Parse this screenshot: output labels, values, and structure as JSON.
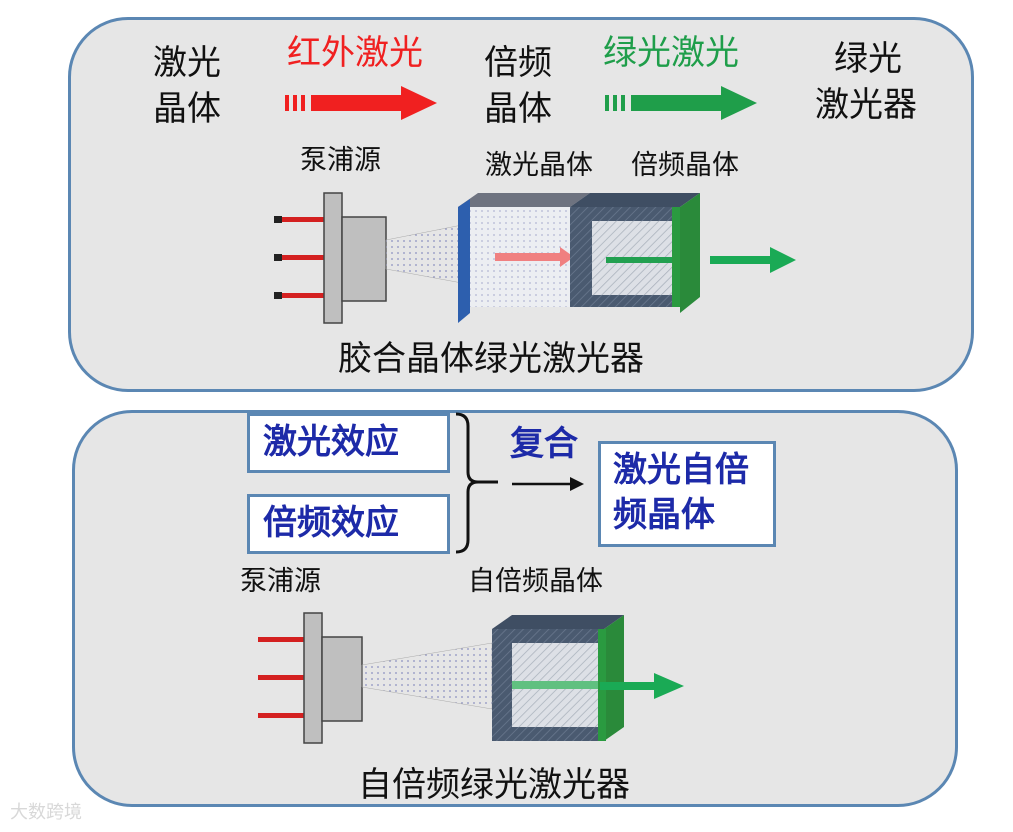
{
  "top": {
    "laser_crystal": [
      "激光",
      "晶体"
    ],
    "ir_laser": "红外激光",
    "doubling_crystal": [
      "倍频",
      "晶体"
    ],
    "green_laser": "绿光激光",
    "green_laser_device": [
      "绿光",
      "激光器"
    ],
    "pump_source": "泵浦源",
    "laser_crystal_label": "激光晶体",
    "doubling_crystal_label": "倍频晶体",
    "caption": "胶合晶体绿光激光器"
  },
  "bottom": {
    "laser_effect": "激光效应",
    "doubling_effect": "倍频效应",
    "combine": "复合",
    "self_doubling": [
      "激光自倍",
      "频晶体"
    ],
    "pump_source": "泵浦源",
    "self_doubling_crystal": "自倍频晶体",
    "caption": "自倍频绿光激光器"
  },
  "watermark": "大数跨境",
  "colors": {
    "panel_border": "#5b87b3",
    "panel_fill": "#e6e6e6",
    "red": "#f02020",
    "green": "#1f9e4a",
    "blue_text": "#1d2aa8"
  }
}
